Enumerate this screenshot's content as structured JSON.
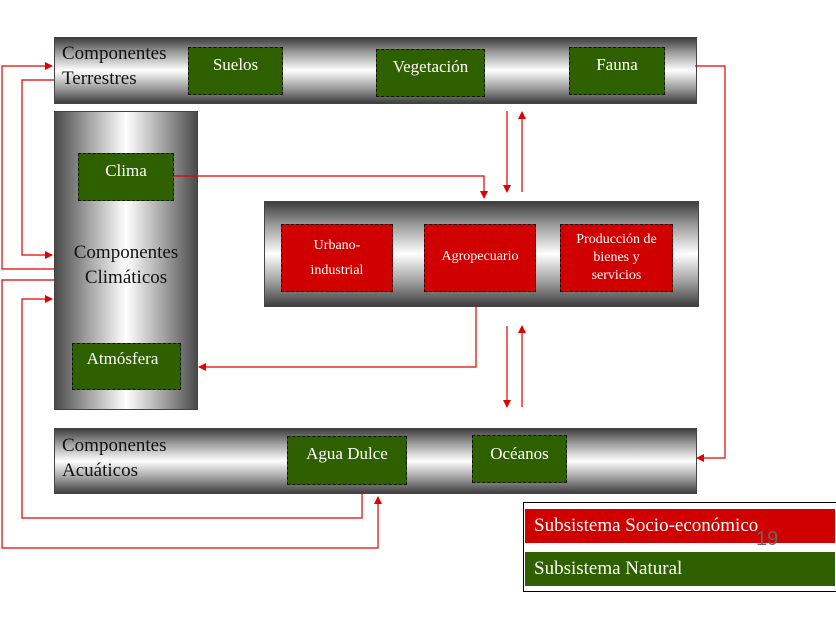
{
  "terrestres": {
    "title_line1": "Componentes",
    "title_line2": "Terrestres",
    "items": [
      "Suelos",
      "Vegetación",
      "Fauna"
    ]
  },
  "climaticos": {
    "title_line1": "Componentes",
    "title_line2": "Climáticos",
    "items": [
      "Clima",
      "Atmósfera"
    ]
  },
  "socioeconomico": {
    "items": [
      {
        "line1": "Urbano-",
        "line2": "industrial"
      },
      {
        "line1": "Agropecuario"
      },
      {
        "line1": "Producción de",
        "line2": "bienes y",
        "line3": "servicios"
      }
    ]
  },
  "acuaticos": {
    "title_line1": "Componentes",
    "title_line2": "Acuáticos",
    "items": [
      "Agua Dulce",
      "Océanos"
    ]
  },
  "legend": {
    "socio": "Subsistema Socio-económico",
    "natural": "Subsistema Natural"
  },
  "page_number": "19",
  "colors": {
    "natural": "#2e6000",
    "socio": "#d00000",
    "arrow": "#e00000"
  }
}
